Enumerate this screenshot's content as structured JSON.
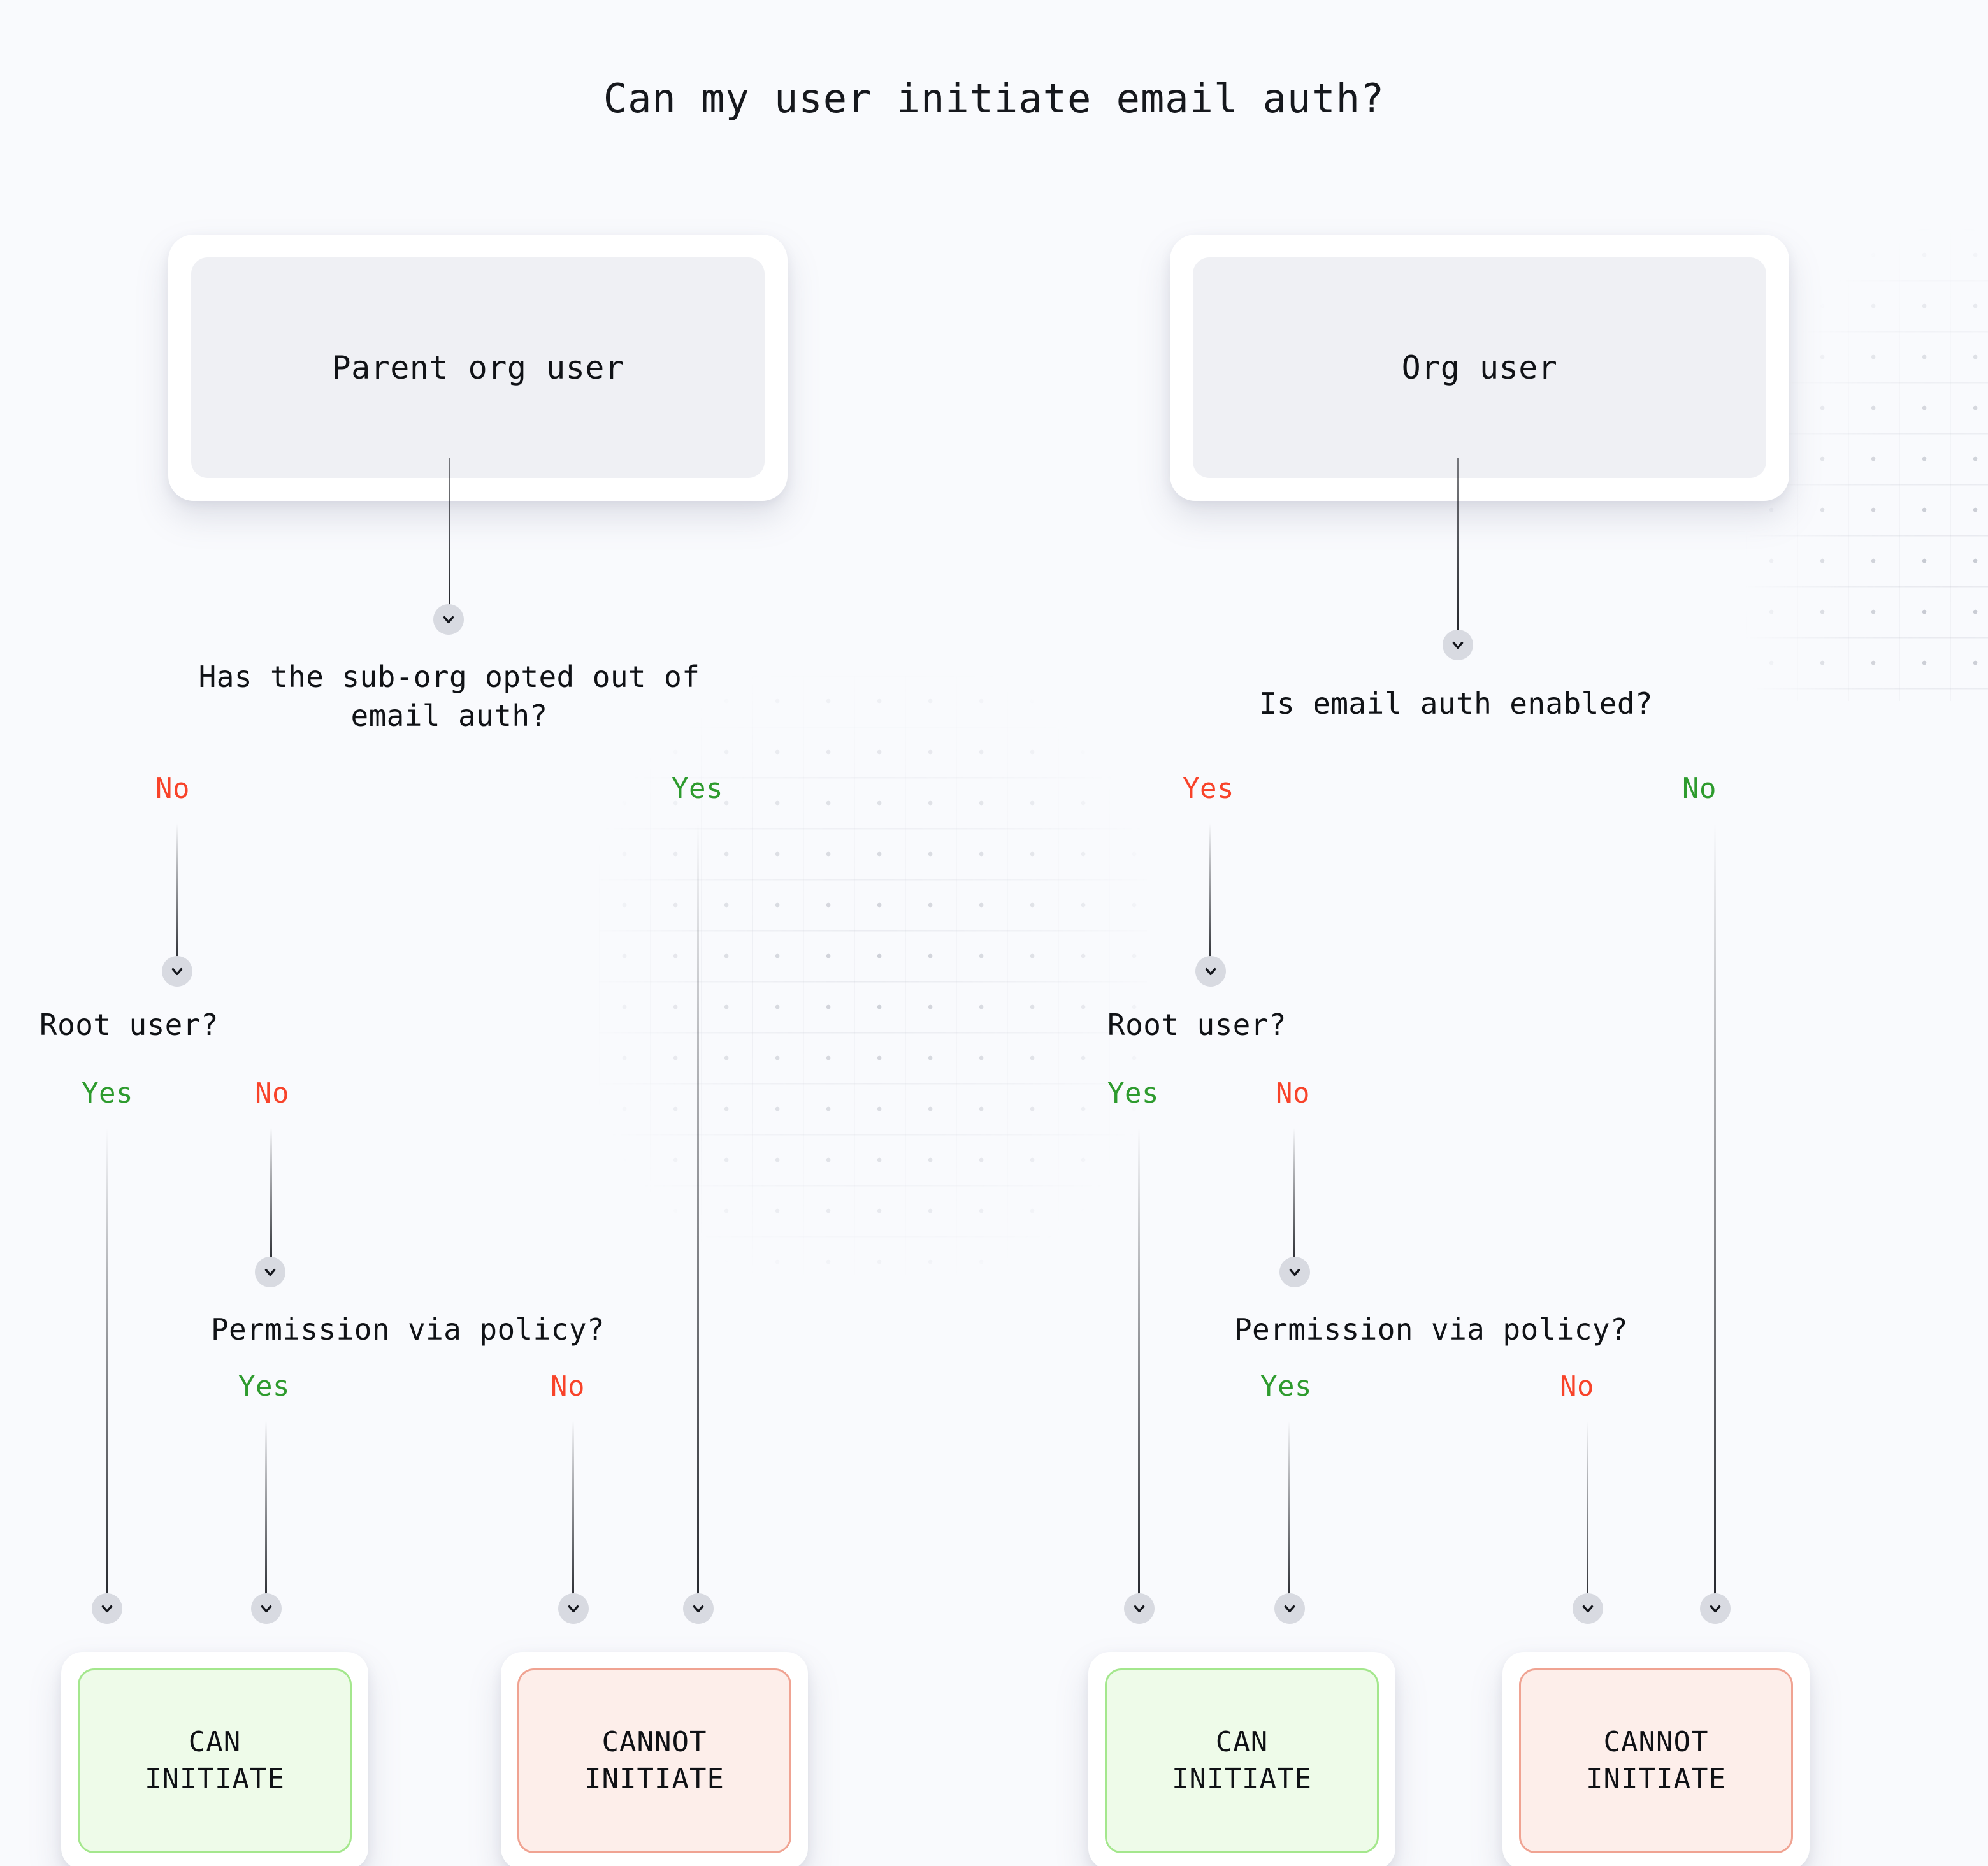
{
  "diagram": {
    "title": "Can my user initiate email auth?",
    "type": "decision-tree",
    "colors": {
      "background": "#f9fafd",
      "card": "#ffffff",
      "node_fill": "#eff0f4",
      "yes": "#2e9b2e",
      "no": "#f8432a",
      "can_fill": "#eefbe9",
      "can_border": "#a4e78d",
      "cannot_fill": "#fdeeea",
      "cannot_border": "#f0a392",
      "connector": "#14161c",
      "chevron_badge": "#d8dae1"
    }
  },
  "branches": {
    "left": {
      "root": "Parent org user",
      "q1": "Has the sub-org opted out of\nemail auth?",
      "q1_left_label": "No",
      "q1_right_label": "Yes",
      "q2": "Root user?",
      "q2_left_label": "Yes",
      "q2_right_label": "No",
      "q3": "Permission via policy?",
      "q3_left_label": "Yes",
      "q3_right_label": "No",
      "result_can": "CAN\nINITIATE",
      "result_cannot": "CANNOT\nINITIATE"
    },
    "right": {
      "root": "Org user",
      "q1": "Is email auth enabled?",
      "q1_left_label": "Yes",
      "q1_right_label": "No",
      "q2": "Root user?",
      "q2_left_label": "Yes",
      "q2_right_label": "No",
      "q3": "Permission via policy?",
      "q3_left_label": "Yes",
      "q3_right_label": "No",
      "result_can": "CAN\nINITIATE",
      "result_cannot": "CANNOT\nINITIATE"
    }
  },
  "icons": {
    "chevron": "chevron-down-icon"
  }
}
